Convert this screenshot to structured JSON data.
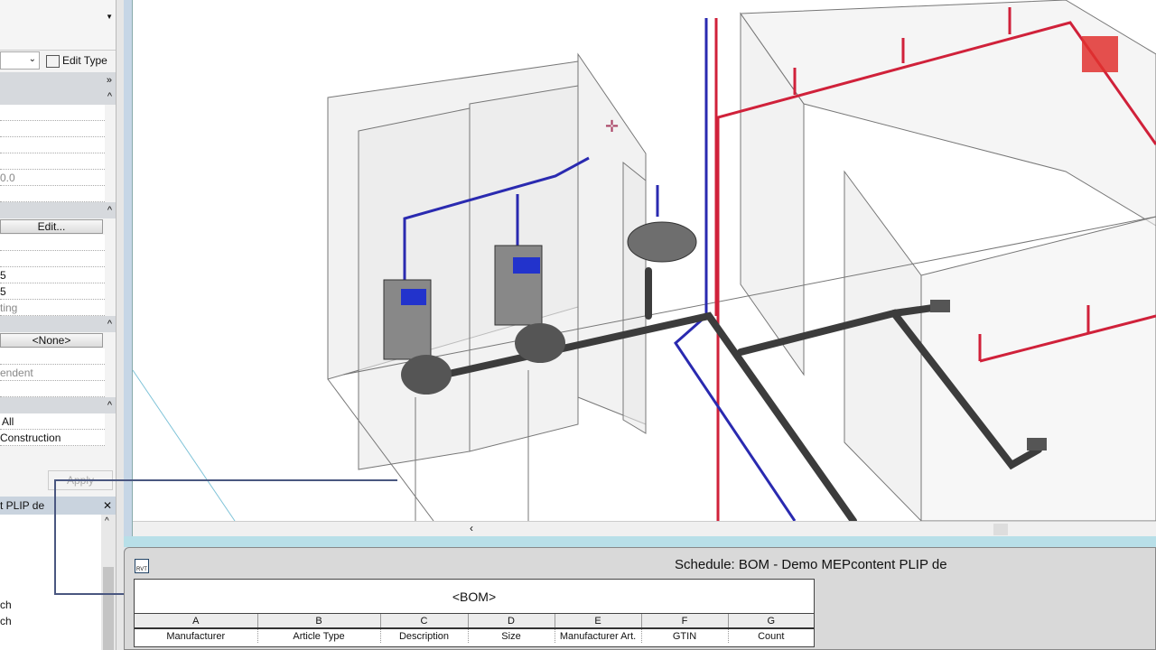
{
  "properties": {
    "edit_type_label": "Edit Type",
    "values": [
      "0.0",
      "Edit...",
      "5",
      "5",
      "ting",
      "<None>",
      "endent",
      "All",
      "Construction"
    ],
    "apply_label": "Apply"
  },
  "browser": {
    "title": "t PLIP de",
    "items": [
      "ch",
      "ch"
    ]
  },
  "schedule": {
    "window_title": "Schedule: BOM - Demo MEPcontent PLIP de",
    "table_title": "<BOM>",
    "column_letters": [
      "A",
      "B",
      "C",
      "D",
      "E",
      "F",
      "G"
    ],
    "column_headers": [
      "Manufacturer",
      "Article Type",
      "Description",
      "Size",
      "Manufacturer Art.",
      "GTIN",
      "Count"
    ]
  },
  "colors": {
    "hot_pipe": "#d0213a",
    "cold_pipe": "#2a2ab0",
    "drain": "#3c3c3c",
    "accent": "#e0312f"
  }
}
